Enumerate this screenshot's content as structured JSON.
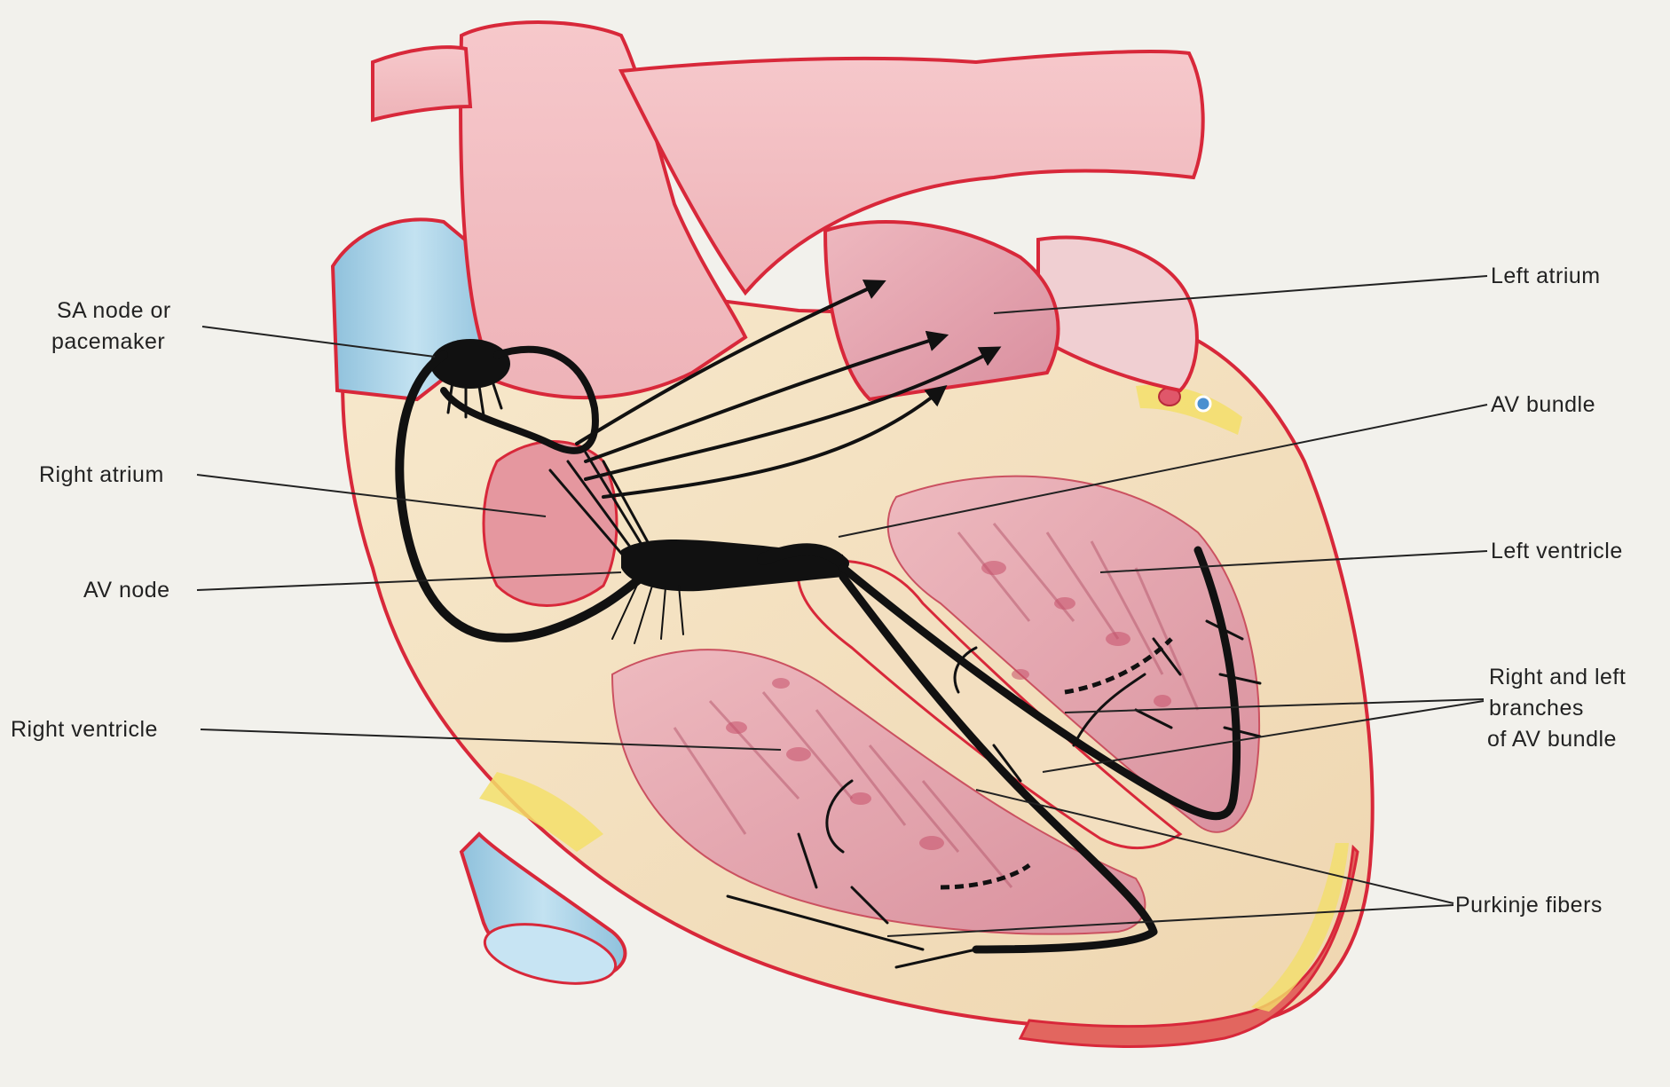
{
  "labels": {
    "sa_node_line1": "SA node or",
    "sa_node_line2": "pacemaker",
    "right_atrium": "Right atrium",
    "av_node": "AV node",
    "right_ventricle": "Right ventricle",
    "left_atrium": "Left atrium",
    "av_bundle": "AV bundle",
    "left_ventricle": "Left ventricle",
    "branches_line1": "Right and left",
    "branches_line2": "branches",
    "branches_line3": "of AV bundle",
    "purkinje_fibers": "Purkinje fibers"
  },
  "colors": {
    "background": "#f2f1ec",
    "outline_red": "#d8283a",
    "vessel_blue": "#a9d1e6",
    "tissue_pink": "#f1c3c4",
    "muscle_cream": "#f4e3c3",
    "conduction_black": "#111111",
    "fat_yellow": "#f3df6a"
  }
}
